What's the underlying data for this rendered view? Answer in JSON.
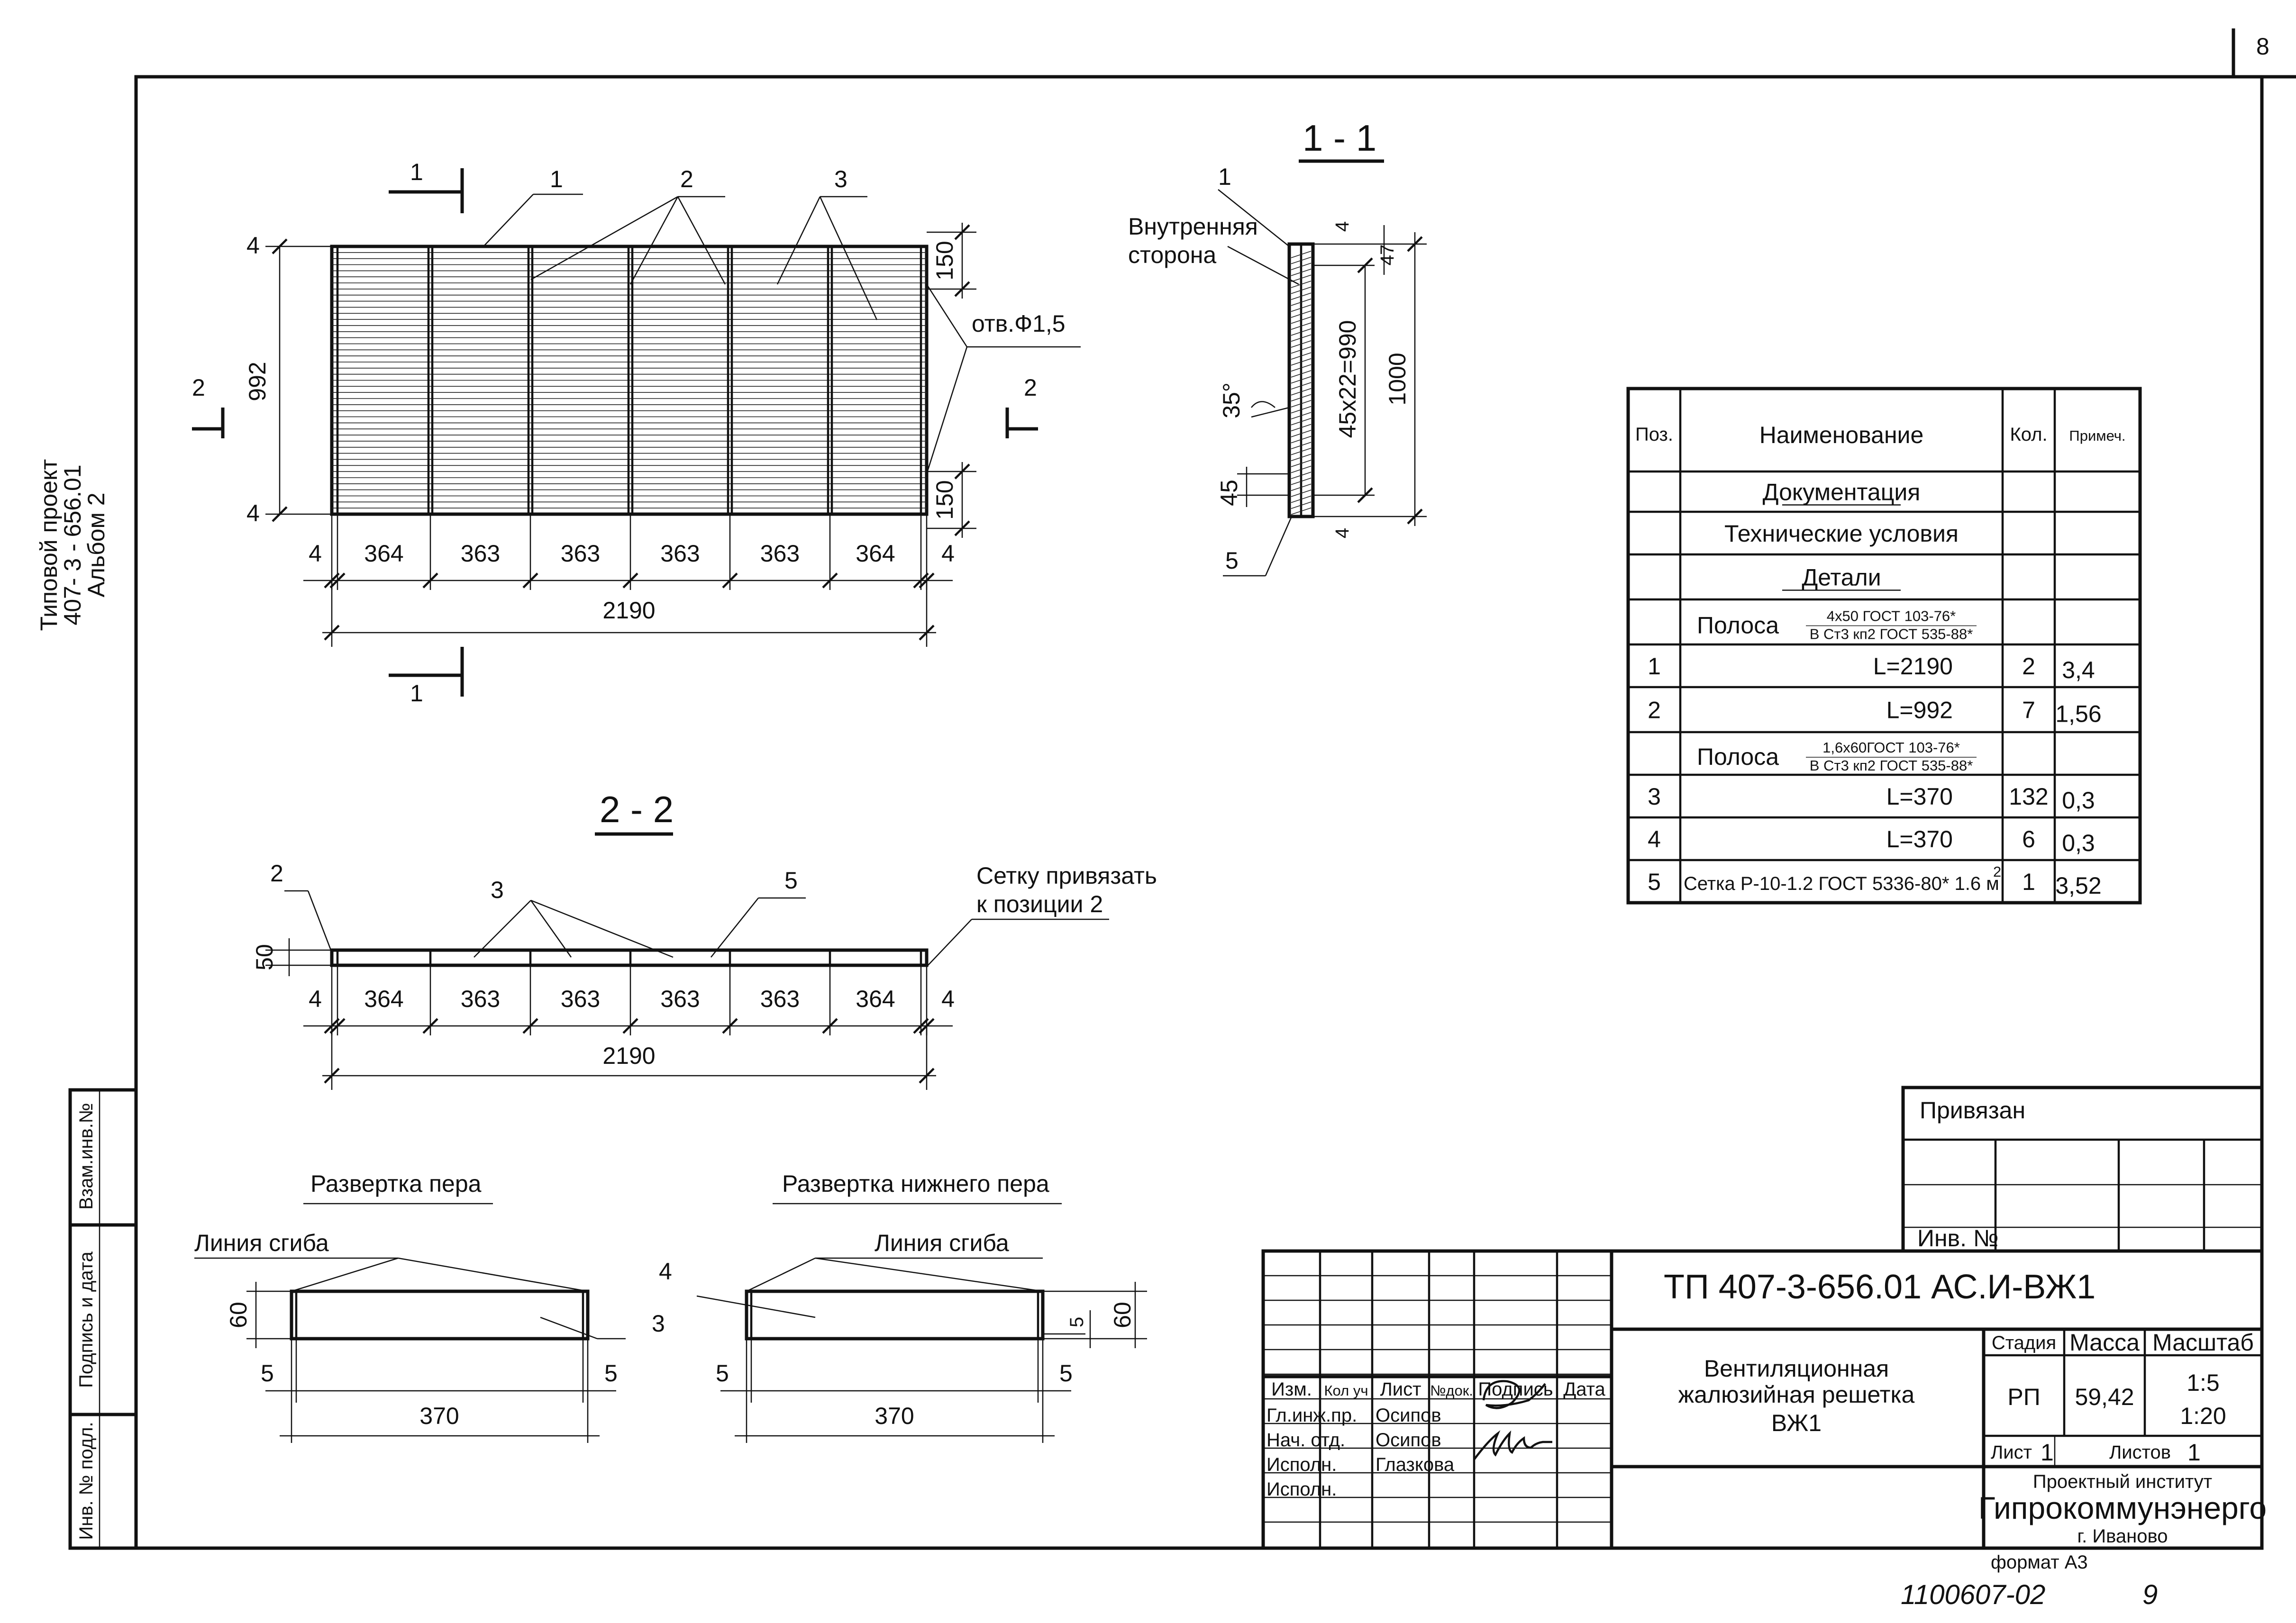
{
  "sheet": {
    "page_number": "8",
    "side_label": [
      "Типовой проект",
      "407- 3 - 656.01",
      "Альбом 2"
    ],
    "left_strip": [
      "Взам.инв.№",
      "Подпись и дата",
      "Инв. № подл."
    ],
    "format": "формат А3",
    "handwritten_number": "1100607-02",
    "handwritten_sheet": "9"
  },
  "plan_view": {
    "labels": {
      "section_mark": "1",
      "section2_mark": "2",
      "pos1": "1",
      "pos2": "2",
      "pos3": "3",
      "hole": "отв.Ф1,5",
      "height": "992",
      "top_gap": "4",
      "bottom_gap": "4",
      "edge_top": "150",
      "edge_bottom": "150"
    },
    "bays": [
      "364",
      "363",
      "363",
      "363",
      "363",
      "364"
    ],
    "end_left": "4",
    "end_right": "4",
    "total": "2190"
  },
  "section_1_1": {
    "title": "1 - 1",
    "pos1": "1",
    "pos5": "5",
    "inner_side": [
      "Внутренняя",
      "сторона"
    ],
    "angle": "35°",
    "pitch": "45х22=990",
    "height": "1000",
    "top": "4",
    "top2": "47",
    "bottom_gap": "45",
    "bottom": "4"
  },
  "section_2_2": {
    "title": "2 - 2",
    "pos2": "2",
    "pos3": "3",
    "pos5": "5",
    "note": [
      "Сетку привязать",
      "к позиции 2"
    ],
    "height": "50",
    "bays": [
      "364",
      "363",
      "363",
      "363",
      "363",
      "364"
    ],
    "end_left": "4",
    "end_right": "4",
    "total": "2190"
  },
  "developments": {
    "upper": {
      "title": "Развертка пера",
      "bend": "Линия сгиба",
      "pos": "3",
      "height": "60",
      "left": "5",
      "right": "5",
      "length": "370"
    },
    "lower": {
      "title": "Развертка нижнего пера",
      "bend": "Линия сгиба",
      "pos": "4",
      "height": "60",
      "left": "5",
      "right": "5",
      "inner": "5",
      "length": "370"
    }
  },
  "spec_table": {
    "headers": [
      "Поз.",
      "Наименование",
      "Кол.",
      "Примеч."
    ],
    "rows": [
      {
        "pos": "",
        "name": "Документация",
        "qty": "",
        "note": "",
        "kind": "section"
      },
      {
        "pos": "",
        "name": "Технические условия",
        "qty": "",
        "note": "",
        "kind": "plain"
      },
      {
        "pos": "",
        "name": "Детали",
        "qty": "",
        "note": "",
        "kind": "section"
      },
      {
        "pos": "",
        "name": "Полоса",
        "frac_top": "4х50 ГОСТ 103-76*",
        "frac_bottom": "В Ст3 кп2 ГОСТ 535-88*",
        "qty": "",
        "note": "",
        "kind": "material"
      },
      {
        "pos": "1",
        "name": "L=2190",
        "qty": "2",
        "note": "3,4",
        "kind": "item"
      },
      {
        "pos": "2",
        "name": "L=992",
        "qty": "7",
        "note": "1,56",
        "kind": "item"
      },
      {
        "pos": "",
        "name": "Полоса",
        "frac_top": "1,6х60ГОСТ 103-76*",
        "frac_bottom": "В Ст3 кп2 ГОСТ 535-88*",
        "qty": "",
        "note": "",
        "kind": "material"
      },
      {
        "pos": "3",
        "name": "L=370",
        "qty": "132",
        "note": "0,3",
        "kind": "item"
      },
      {
        "pos": "4",
        "name": "L=370",
        "qty": "6",
        "note": "0,3",
        "kind": "item"
      },
      {
        "pos": "5",
        "name": "Сетка Р-10-1.2 ГОСТ 5336-80* 1.6 м",
        "sup": "2",
        "qty": "1",
        "note": "3,52",
        "kind": "mesh"
      }
    ]
  },
  "title_block": {
    "tied": "Привязан",
    "inv": "Инв. №",
    "code": "ТП   407-3-656.01   АС.И-ВЖ1",
    "name": [
      "Вентиляционная",
      "жалюзийная решетка",
      "ВЖ1"
    ],
    "col_heads": [
      "Изм.",
      "Кол уч",
      "Лист",
      "№док.",
      "Подпись",
      "Дата"
    ],
    "roles": [
      "Гл.инж.пр.",
      "Нач. отд.",
      "Исполн.",
      "Исполн."
    ],
    "names": [
      "Осипов",
      "Осипов",
      "Глазкова",
      ""
    ],
    "stage_label": "Стадия",
    "mass_label": "Масса",
    "scale_label": "Масштаб",
    "stage": "РП",
    "mass": "59,42",
    "scale": [
      "1:5",
      "1:20"
    ],
    "sheet_label": "Лист",
    "sheet": "1",
    "sheets_label": "Листов",
    "sheets": "1",
    "institute_small": "Проектный институт",
    "institute": "Гипрокоммунэнерго",
    "city": "г. Иваново"
  }
}
